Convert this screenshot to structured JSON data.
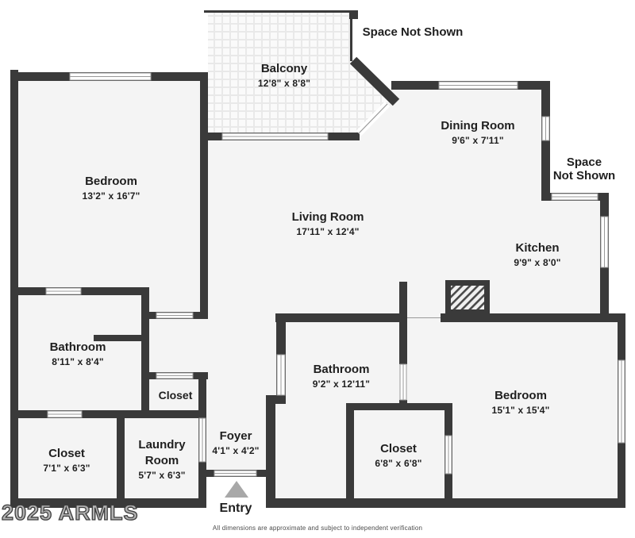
{
  "watermark": "2025 ARMLS",
  "footer": "All dimensions are approximate and subject to independent verification",
  "annotations": {
    "space_not_shown_top": "Space Not Shown",
    "space_right_line1": "Space",
    "space_right_line2": "Not Shown",
    "entry": "Entry"
  },
  "rooms": {
    "balcony": {
      "name": "Balcony",
      "dims": "12'8\" x 8'8\""
    },
    "bedroom_left": {
      "name": "Bedroom",
      "dims": "13'2\" x 16'7\""
    },
    "living": {
      "name": "Living Room",
      "dims": "17'11\" x 12'4\""
    },
    "dining": {
      "name": "Dining Room",
      "dims": "9'6\" x 7'11\""
    },
    "kitchen": {
      "name": "Kitchen",
      "dims": "9'9\" x 8'0\""
    },
    "bathroom_left": {
      "name": "Bathroom",
      "dims": "8'11\" x 8'4\""
    },
    "closet_hall": {
      "name": "Closet",
      "dims": ""
    },
    "bathroom_bottom": {
      "name": "Bathroom",
      "dims": "9'2\" x 12'11\""
    },
    "bedroom_right": {
      "name": "Bedroom",
      "dims": "15'1\" x 15'4\""
    },
    "closet_center": {
      "name": "Closet",
      "dims": "6'8\" x 6'8\""
    },
    "closet_left": {
      "name": "Closet",
      "dims": "7'1\" x 6'3\""
    },
    "laundry": {
      "name": "Laundry Room",
      "dims": "5'7\" x 6'3\""
    },
    "foyer": {
      "name": "Foyer",
      "dims": "4'1\" x 4'2\""
    }
  },
  "colors": {
    "wall": "#3a3a3a",
    "floor": "#f4f4f4",
    "arrow": "#a8a8a8",
    "window_line": "#999999"
  }
}
